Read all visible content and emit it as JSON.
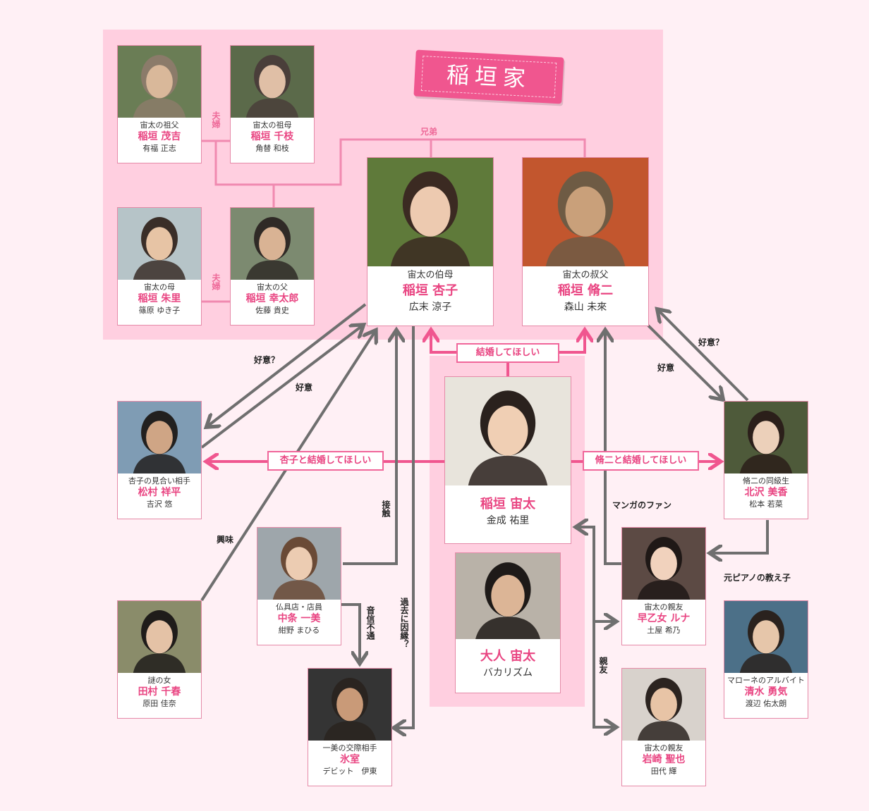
{
  "family_title": "稲垣家",
  "colors": {
    "accent_pink": "#e94582",
    "background": "#fff0f5",
    "family_area": "#ffcfe0",
    "arrow_gray": "#6f6f6f",
    "arrow_pink": "#f0568f"
  },
  "people": {
    "grandfather": {
      "role": "宙太の祖父",
      "name": "稲垣 茂吉",
      "actor": "有福 正志"
    },
    "grandmother": {
      "role": "宙太の祖母",
      "name": "稲垣 千枝",
      "actor": "角替 和枝"
    },
    "mother": {
      "role": "宙太の母",
      "name": "稲垣 朱里",
      "actor": "篠原 ゆき子"
    },
    "father": {
      "role": "宙太の父",
      "name": "稲垣 幸太郎",
      "actor": "佐藤 貴史"
    },
    "aunt": {
      "role": "宙太の伯母",
      "name": "稲垣 杏子",
      "actor": "広末 涼子"
    },
    "uncle": {
      "role": "宙太の叔父",
      "name": "稲垣 脩二",
      "actor": "森山 未來"
    },
    "sorata": {
      "role": "",
      "name": "稲垣 宙太",
      "actor": "金成 祐里"
    },
    "adult_sorata": {
      "role": "",
      "name": "大人 宙太",
      "actor": "バカリズム"
    },
    "matsumura": {
      "role": "杏子の見合い相手",
      "name": "松村 祥平",
      "actor": "吉沢 悠"
    },
    "kitazawa": {
      "role": "脩二の同級生",
      "name": "北沢 美香",
      "actor": "松本 若菜"
    },
    "tamura": {
      "role": "謎の女",
      "name": "田村 千春",
      "actor": "原田 佳奈"
    },
    "chujo": {
      "role": "仏具店・店員",
      "name": "中条 一美",
      "actor": "紺野 まひる"
    },
    "himuro": {
      "role": "一美の交際相手",
      "name": "氷室",
      "actor": "デビット　伊東"
    },
    "saotome": {
      "role": "宙太の親友",
      "name": "早乙女 ルナ",
      "actor": "土屋 希乃"
    },
    "iwasaki": {
      "role": "宙太の親友",
      "name": "岩崎 聖也",
      "actor": "田代 輝"
    },
    "shimizu": {
      "role": "マローネのアルバイト",
      "name": "清水 勇気",
      "actor": "渡辺 佑太朗"
    }
  },
  "relations": {
    "couple_1": "夫婦",
    "couple_2": "夫婦",
    "siblings": "兄弟",
    "want_marry": "結婚してほしい",
    "kyoko_marry": "杏子と結婚してほしい",
    "shuji_marry": "脩二と結婚してほしい",
    "like_q_left": "好意？",
    "like_left": "好意",
    "like_q_right": "好意？",
    "like_right": "好意",
    "interest": "興味",
    "contact": "接触",
    "past": "過去に因縁？",
    "no_contact": "音信不通",
    "manga_fan": "マンガのファン",
    "piano": "元ピアノの教え子",
    "best_friend": "親友"
  }
}
